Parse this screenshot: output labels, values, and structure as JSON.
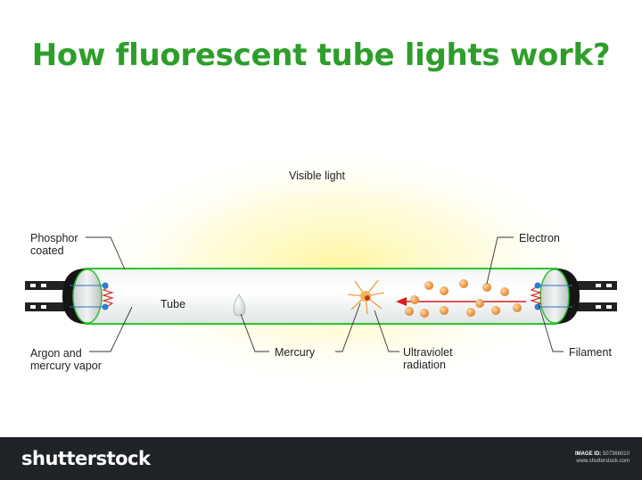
{
  "title": "How fluorescent tube lights work?",
  "labels": {
    "visible_light": "Visible light",
    "phosphor": [
      "Phosphor",
      "coated"
    ],
    "tube": "Tube",
    "argon": [
      "Argon and",
      "mercury vapor"
    ],
    "mercury": "Mercury",
    "ultraviolet": [
      "Ultraviolet",
      "radiation"
    ],
    "electron": "Electron",
    "filament": "Filament"
  },
  "footer": {
    "brand": "shutterstock",
    "image_id_label": "IMAGE ID:",
    "image_id": "507366010",
    "site": "www.shutterstock.com"
  },
  "colors": {
    "title": "#2e9e2a",
    "tube_outline": "#2ec42e",
    "electron": "#e58a2a",
    "arrow": "#d81e1e",
    "footer_bg": "#1f2328"
  }
}
